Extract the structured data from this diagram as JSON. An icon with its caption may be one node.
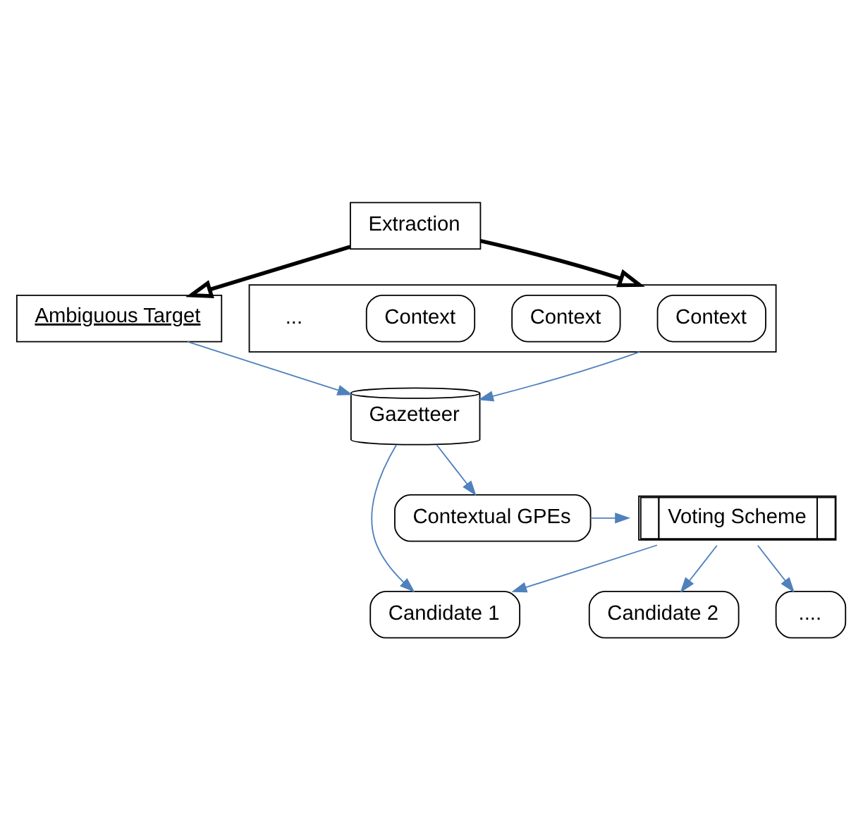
{
  "diagram": {
    "nodes": [
      {
        "text": [
          "Extraction"
        ]
      },
      {
        "text": [
          "Ambiguous Target"
        ]
      },
      {
        "text": [],
        "shape": "box"
      },
      {
        "text": [
          "Context"
        ],
        "in": 2
      },
      {
        "text": [
          "Context"
        ],
        "in": 2
      },
      {
        "text": [
          "Context"
        ],
        "in": 2
      },
      {
        "text": [
          "Gazetteer"
        ]
      },
      {
        "text": [
          "Candidate 1"
        ]
      },
      {
        "text": [
          "Candidate 2"
        ]
      },
      {
        "text": [
          "...."
        ]
      },
      {
        "text": [
          "Voting Scheme"
        ]
      },
      {
        "text": [
          "Contextual GPEs"
        ]
      }
    ],
    "edges": [
      {
        "from": 0,
        "to": 1,
        "arrow": "to",
        "style": "thick",
        "color": "#000000"
      },
      {
        "from": 0,
        "to": 2,
        "arrow": "to",
        "style": "thick",
        "color": "#000000"
      },
      {
        "from": 1,
        "to": 6,
        "arrow": "to"
      },
      {
        "from": 2,
        "to": 6,
        "arrow": "to"
      },
      {
        "from": 6,
        "to": 7,
        "arrow": "to"
      },
      {
        "from": 6,
        "to": 11,
        "arrow": "to"
      },
      {
        "from": 11,
        "to": 10,
        "arrow": "to"
      },
      {
        "from": 10,
        "to": 7,
        "arrow": "to"
      },
      {
        "from": 10,
        "to": 8,
        "arrow": "to"
      },
      {
        "from": 10,
        "to": 9,
        "arrow": "to"
      }
    ],
    "labels": [
      "..."
    ]
  }
}
